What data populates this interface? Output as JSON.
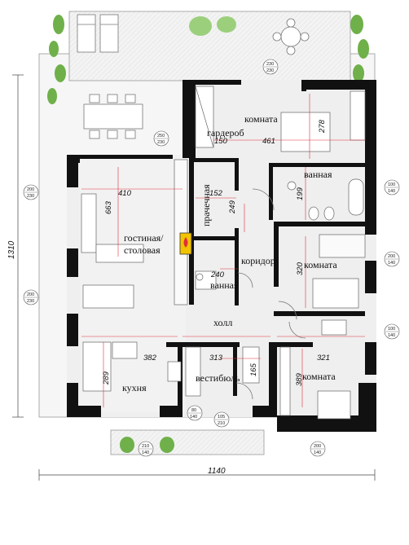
{
  "rooms": {
    "garderob": "гардероб",
    "komnata_top": "комната",
    "vannaya_top": "ванная",
    "prachechnaya": "прачечная",
    "gostinaya_1": "гостиная/",
    "gostinaya_2": "столовая",
    "koridor": "коридор",
    "vannaya_small": "ванная",
    "holl": "холл",
    "komnata_mid": "комната",
    "vestibyul": "вестибюль",
    "kuhnya": "кухня",
    "komnata_bottom": "комната"
  },
  "dimensions": {
    "d150": "150",
    "d461": "461",
    "d278": "278",
    "d410": "410",
    "d152": "152",
    "d249": "249",
    "d199": "199",
    "d663": "663",
    "d240": "240",
    "d320": "320",
    "d382": "382",
    "d313": "313",
    "d321": "321",
    "d289": "289",
    "d165": "165",
    "d389": "389"
  },
  "totals": {
    "width": "1140",
    "height": "1310"
  },
  "windows": {
    "w1": {
      "a": "230",
      "b": "230"
    },
    "w2": {
      "a": "250",
      "b": "230"
    },
    "w3": {
      "a": "200",
      "b": "230"
    },
    "w4": {
      "a": "100",
      "b": "140"
    },
    "w5": {
      "a": "200",
      "b": "140"
    },
    "w6": {
      "a": "200",
      "b": "230"
    },
    "w7": {
      "a": "100",
      "b": "140"
    },
    "w8": {
      "a": "80",
      "b": "140"
    },
    "w9": {
      "a": "105",
      "b": "210"
    },
    "w10": {
      "a": "210",
      "b": "140"
    },
    "w11": {
      "a": "200",
      "b": "140"
    }
  },
  "colors": {
    "wall": "#111111",
    "floor": "#efefef",
    "dim_line": "#e0303a",
    "green": "#6fb04a",
    "fireplace": "#f2c400"
  }
}
